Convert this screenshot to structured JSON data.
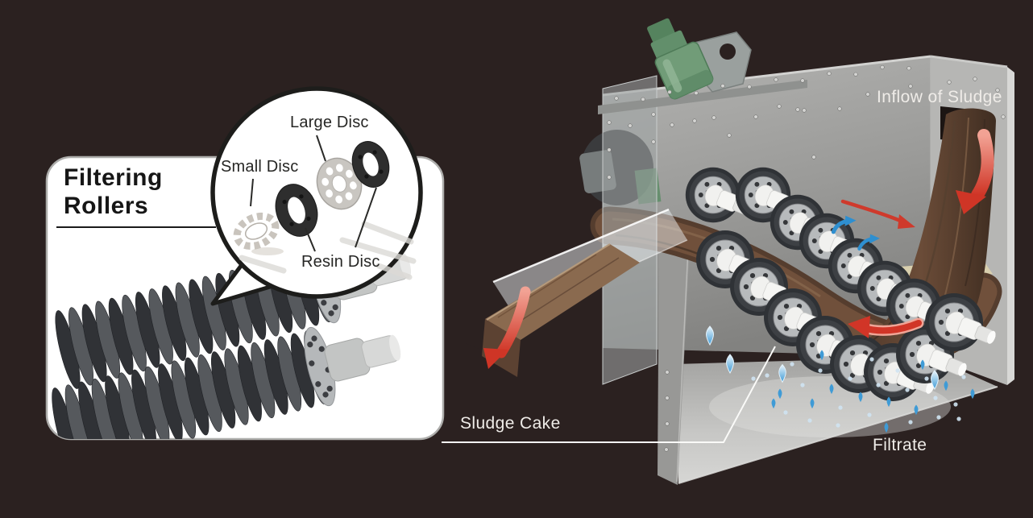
{
  "title": {
    "line1": "Filtering",
    "line2": "Rollers"
  },
  "callout": {
    "large_disc_label": "Large Disc",
    "small_disc_label": "Small Disc",
    "resin_disc_label": "Resin Disc"
  },
  "machine_labels": {
    "inflow": "Inflow of Sludge",
    "sludge_cake": "Sludge Cake",
    "filtrate": "Filtrate"
  },
  "icons": {
    "inflow_arrow": "red-down-arrow-icon",
    "sludge_flow_arrow": "red-left-arrow-icon",
    "cake_arrow": "red-down-arrow-icon",
    "filtrate_drop": "blue-droplet-icon",
    "splash_arrow": "blue-swoosh-arrow-icon"
  },
  "colors": {
    "background": "#2b2120",
    "panel": "#ffffff",
    "ink": "#1d1d1b",
    "label_light": "#efece8",
    "machine_gray": "#a2a2a0",
    "machine_gray_light": "#c4c4c2",
    "machine_gray_dark": "#7e7e7c",
    "sludge_brown": "#6a4b37",
    "sludge_dark": "#463226",
    "cake_brown": "#8a6a4f",
    "arrow_red": "#d13527",
    "arrow_red_light": "#f2a294",
    "filtrate_blue": "#3f9bd6",
    "filtrate_blue_pale": "#cfe3f2",
    "motor_green": "#719c78",
    "roller_dark": "#303236",
    "roller_mid": "#56595d",
    "flange_gray": "#b7babc",
    "shelf_tan": "#d8cfae"
  }
}
